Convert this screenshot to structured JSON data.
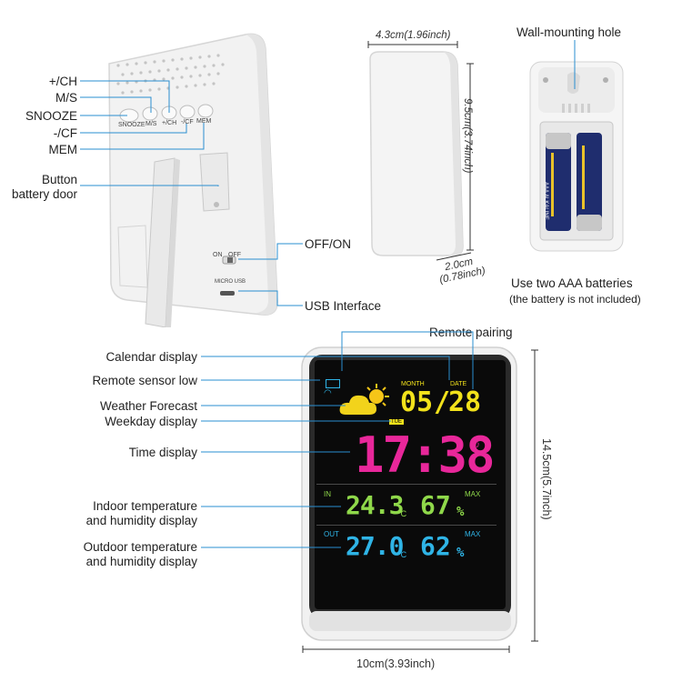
{
  "back_view": {
    "callouts": {
      "ch_plus": "+/CH",
      "ms": "M/S",
      "snooze": "SNOOZE",
      "cf_minus": "-/CF",
      "mem": "MEM",
      "battery_door_1": "Button",
      "battery_door_2": "battery door",
      "off_on": "OFF/ON",
      "usb": "USB Interface"
    },
    "device_text": {
      "snooze": "SNOOZE",
      "ms": "M/S",
      "ch": "+/CH",
      "cf": "-/CF",
      "mem": "MEM",
      "on": "ON",
      "off": "OFF",
      "micro_usb": "MICRO USB"
    }
  },
  "sensor": {
    "width_label": "4.3cm(1.96inch)",
    "height_label": "9.5cm(3.74inch)",
    "depth_label_1": "2.0cm",
    "depth_label_2": "(0.78inch)"
  },
  "battery_view": {
    "title": "Wall-mounting hole",
    "caption": "Use two AAA batteries",
    "note": "(the battery is not included)",
    "battery_text": "AAA ALKALINE"
  },
  "front_view": {
    "callouts": {
      "remote_pairing": "Remote pairing",
      "calendar": "Calendar display",
      "sensor_low": "Remote sensor low",
      "forecast": "Weather Forecast",
      "weekday": "Weekday display",
      "time": "Time display",
      "indoor_1": "Indoor temperature",
      "indoor_2": "and humidity display",
      "outdoor_1": "Outdoor temperature",
      "outdoor_2": "and humidity display"
    },
    "screen": {
      "month_label": "MONTH",
      "date_label": "DATE",
      "month": "05",
      "slash": "/",
      "date": "28",
      "weekday": "TUE",
      "time": "17:38",
      "in_label": "IN",
      "out_label": "OUT",
      "max1": "MAX",
      "max2": "MAX",
      "indoor_temp": "24.3",
      "indoor_unit": "°C",
      "indoor_hum": "67",
      "outdoor_temp": "27.0",
      "outdoor_unit": "°C",
      "outdoor_hum": "62",
      "pct": "%",
      "pct2": "%"
    },
    "height_label": "14.5cm(5.7inch)",
    "width_label": "10cm(3.93inch)"
  },
  "colors": {
    "lcd_yellow": "#f2e21b",
    "lcd_magenta": "#e8279a",
    "lcd_green": "#8fd84a",
    "lcd_cyan": "#2fb4e6",
    "line_blue": "#2a8fd0"
  }
}
